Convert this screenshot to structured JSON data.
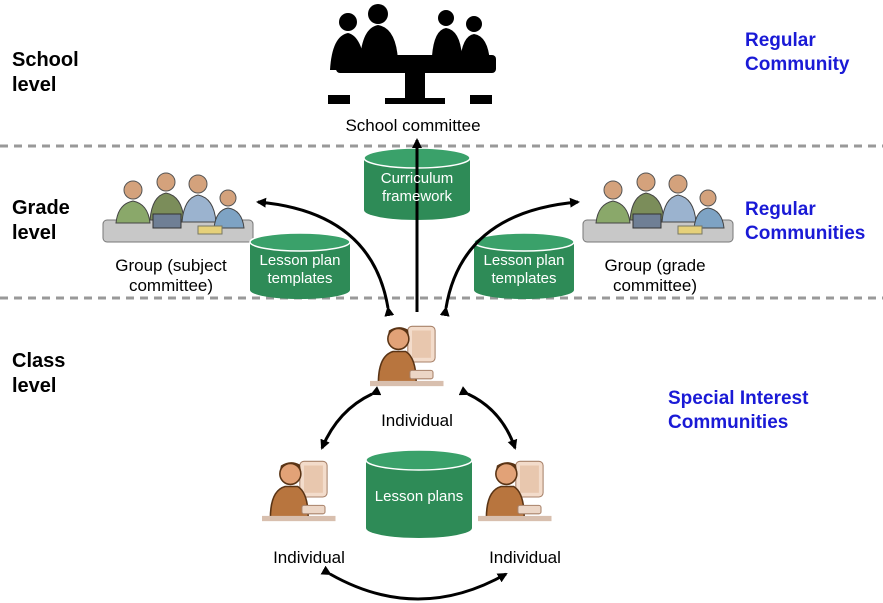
{
  "levels": {
    "school": "School\nlevel",
    "grade": "Grade\nlevel",
    "class": "Class\nlevel"
  },
  "communities": {
    "school": "Regular\nCommunity",
    "grade": "Regular\nCommunities",
    "class": "Special Interest\nCommunities"
  },
  "nodes": {
    "school_committee": "School committee",
    "subject_group": "Group (subject\ncommittee)",
    "grade_group": "Group (grade\ncommittee)",
    "individual_top": "Individual",
    "individual_left": "Individual",
    "individual_right": "Individual"
  },
  "databases": {
    "curriculum": "Curriculum\nframework",
    "lesson_templates_left": "Lesson plan\ntemplates",
    "lesson_templates_right": "Lesson plan\ntemplates",
    "lesson_plans": "Lesson plans"
  },
  "colors": {
    "database_fill": "#2e8b57",
    "community_text": "#1a1ad6",
    "divider": "#999999"
  }
}
